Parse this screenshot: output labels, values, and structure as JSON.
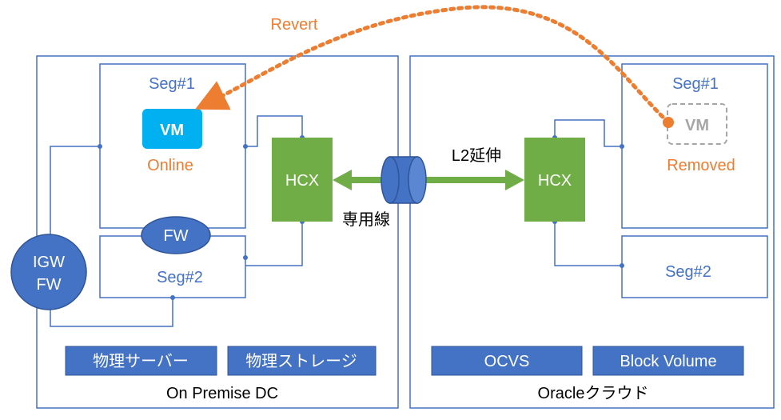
{
  "colors": {
    "box_border": "#4472C4",
    "line": "#4472C4",
    "label_blue": "#4472C4",
    "orange": "#ED7D31",
    "hcx_green": "#70AD47",
    "vm_cyan": "#00B0F0",
    "removed_gray": "#A6A6A6",
    "dark_blue": "#2F5597",
    "white": "#FFFFFF",
    "black": "#000000"
  },
  "revert_label": "Revert",
  "onprem": {
    "title": "On Premise DC",
    "seg1_label": "Seg#1",
    "vm_label": "VM",
    "vm_status": "Online",
    "fw_label": "FW",
    "seg2_label": "Seg#2",
    "igw_line1": "IGW",
    "igw_line2": "FW",
    "hcx_label": "HCX",
    "server_label": "物理サーバー",
    "storage_label": "物理ストレージ"
  },
  "link": {
    "l2_label": "L2延伸",
    "dedicated_label": "専用線"
  },
  "oracle": {
    "title": "Oracleクラウド",
    "seg1_label": "Seg#1",
    "vm_label": "VM",
    "vm_status": "Removed",
    "seg2_label": "Seg#2",
    "hcx_label": "HCX",
    "ocvs_label": "OCVS",
    "block_label": "Block Volume"
  }
}
